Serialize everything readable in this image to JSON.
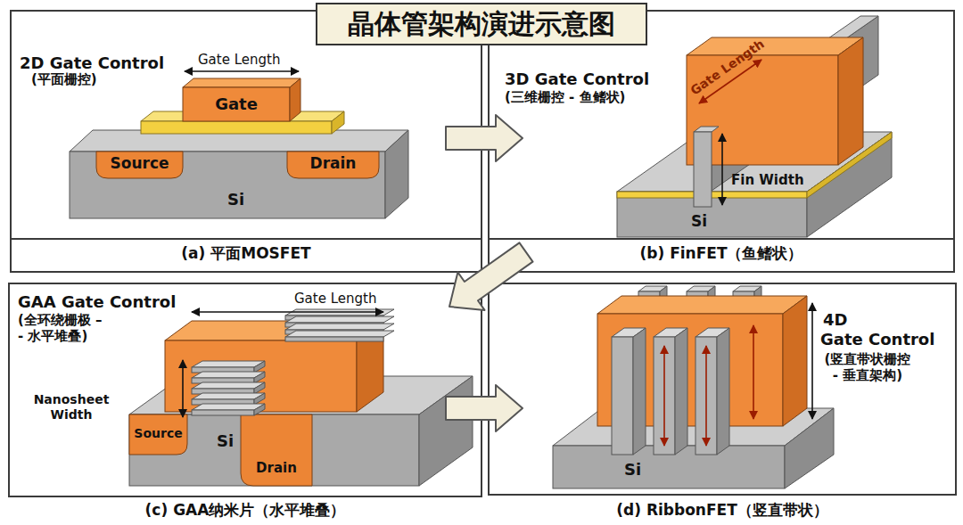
{
  "diagram": {
    "title": "晶体管架构演进示意图",
    "nodes": [
      {
        "text": [
          "2D Gate Control",
          "(平面栅控)",
          "(a) 平面MOSFET"
        ]
      },
      {
        "text": [
          "3D Gate Control",
          "(三维栅控 - 鱼鳍状)",
          "(b) FinFET（鱼鳍状）"
        ]
      },
      {
        "text": [
          "GAA Gate Control",
          "(全环绕栅极 – - 水平堆叠)",
          "(c) GAA纳米片（水平堆叠）"
        ]
      },
      {
        "text": [
          "4D",
          "Gate Control",
          "(竖直带状栅控 - 垂直架构)",
          "(d) RibbonFET（竖直带状）"
        ]
      }
    ],
    "edges": [
      {
        "from": 0,
        "to": 1,
        "arrow": "to"
      },
      {
        "from": 1,
        "to": 2,
        "arrow": "to"
      },
      {
        "from": 2,
        "to": 3,
        "arrow": "to"
      }
    ],
    "labels": [
      "Gate Length",
      "Gate",
      "Source",
      "Drain",
      "Si",
      "Gate Length",
      "Fin Width",
      "Si",
      "Gate Length",
      "Nanosheet Width",
      "Source",
      "Si",
      "Drain",
      "Si"
    ]
  }
}
